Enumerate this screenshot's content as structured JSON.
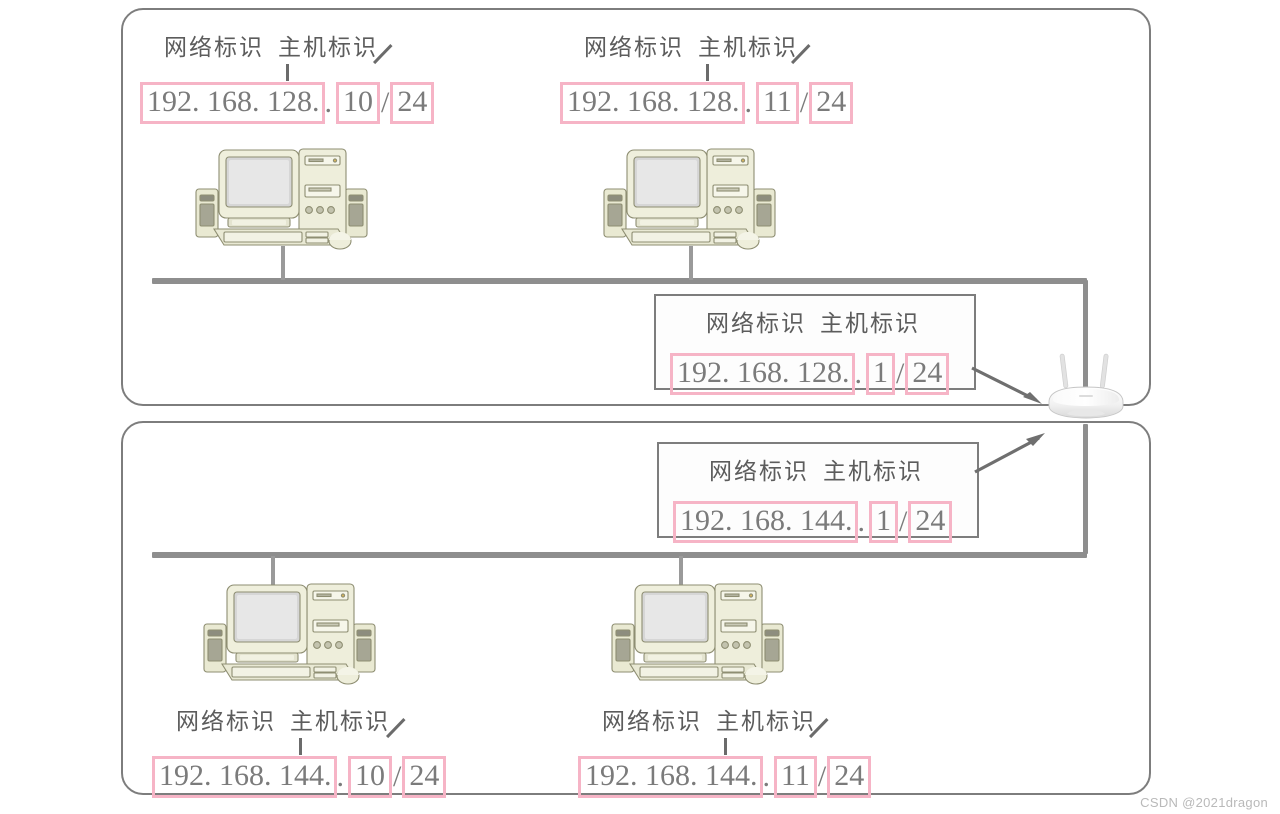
{
  "diagram": {
    "title": "IP address network-id / host-id subnetting diagram",
    "captions": {
      "network_id": "网络标识",
      "host_id": "主机标识"
    },
    "colors": {
      "panel_border": "#7d7d7d",
      "bus_line": "#8e8e8e",
      "highlight_pink": "#f6b4c6",
      "ip_text": "#7b7b7b",
      "caption_text": "#5c5c5c",
      "watermark": "#b9b9b9"
    },
    "subnets": [
      {
        "name": "subnet-top",
        "network_prefix": "192.168.128.",
        "mask": "24",
        "hosts": [
          {
            "id": "host-top-left",
            "network": "192. 168. 128.",
            "host": "10",
            "mask": "24"
          },
          {
            "id": "host-top-right",
            "network": "192. 168. 128.",
            "host": "11",
            "mask": "24"
          }
        ],
        "gateway": {
          "id": "gateway-top",
          "network": "192. 168. 128.",
          "host": "1",
          "mask": "24"
        }
      },
      {
        "name": "subnet-bottom",
        "network_prefix": "192.168.144.",
        "mask": "24",
        "hosts": [
          {
            "id": "host-bottom-left",
            "network": "192. 168. 144.",
            "host": "10",
            "mask": "24"
          },
          {
            "id": "host-bottom-right",
            "network": "192. 168. 144.",
            "host": "11",
            "mask": "24"
          }
        ],
        "gateway": {
          "id": "gateway-bottom",
          "network": "192. 168. 144.",
          "host": "1",
          "mask": "24"
        }
      }
    ],
    "separators": {
      "dot": ".",
      "slash": "/"
    },
    "devices": {
      "router": "wireless-router-icon",
      "computer": "desktop-computer-icon"
    },
    "watermark": "CSDN @2021dragon"
  }
}
